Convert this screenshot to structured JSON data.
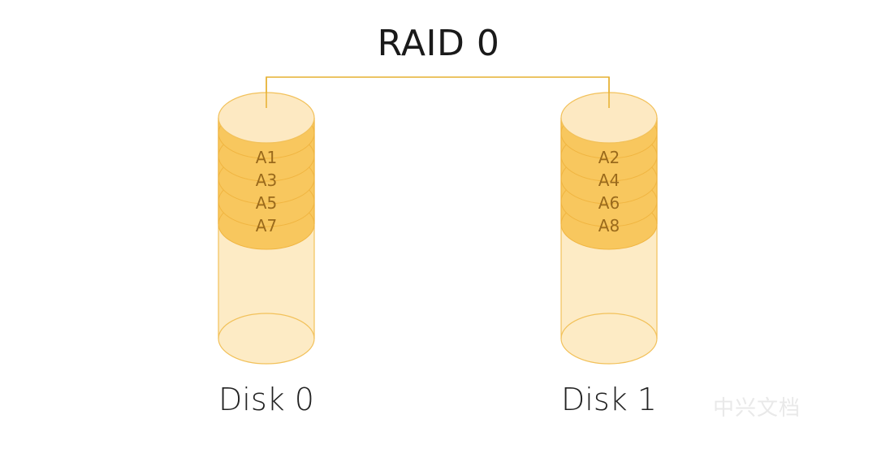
{
  "title": "RAID 0",
  "disks": [
    {
      "label": "Disk 0",
      "blocks": [
        "A1",
        "A3",
        "A5",
        "A7"
      ]
    },
    {
      "label": "Disk 1",
      "blocks": [
        "A2",
        "A4",
        "A6",
        "A8"
      ]
    }
  ],
  "watermark": "中兴文档",
  "colors": {
    "cylinder_body": "#fdebc5",
    "cylinder_top": "#fde9c2",
    "block_fill": "#f8c75e",
    "block_edge": "#f0b541",
    "outline": "#f2c15a",
    "connector": "#e6b030",
    "block_text": "#9a6a1c"
  }
}
